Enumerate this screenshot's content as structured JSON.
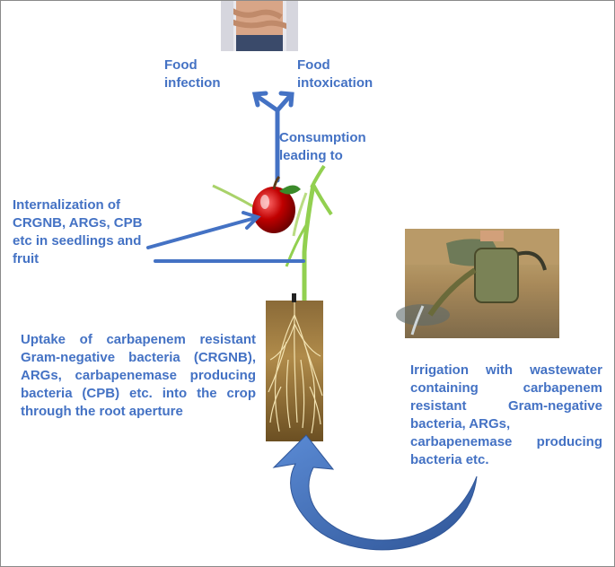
{
  "labels": {
    "food_infection": [
      "Food",
      "infection"
    ],
    "food_intoxication": [
      "Food",
      "intoxication"
    ],
    "consumption": [
      "Consumption",
      "leading to"
    ],
    "internalization": [
      "Internalization of",
      "CRGNB, ARGs, CPB",
      "etc in seedlings and",
      "fruit"
    ],
    "uptake": [
      "Uptake of carbapenem resistant",
      "Gram-negative bacteria (CRGNB),",
      "ARGs, carbapenemase producing",
      "bacteria (CPB) etc. into the crop",
      "through the root aperture"
    ],
    "irrigation": [
      "Irrigation with wastewater",
      "containing carbapenem",
      "resistant Gram-negative",
      "bacteria, ARGs,",
      "carbapenemase producing",
      "bacteria etc."
    ]
  },
  "images": {
    "top": "person-holding-stomach",
    "fruit": "red-apple",
    "irrigation": "watering-can-irrigation",
    "roots": "plant-root-system"
  },
  "colors": {
    "text": "#4472c4",
    "arrow": "#4472c4",
    "stem": "#92d050",
    "apple": "#c00000",
    "soil": "#a07a3a"
  }
}
